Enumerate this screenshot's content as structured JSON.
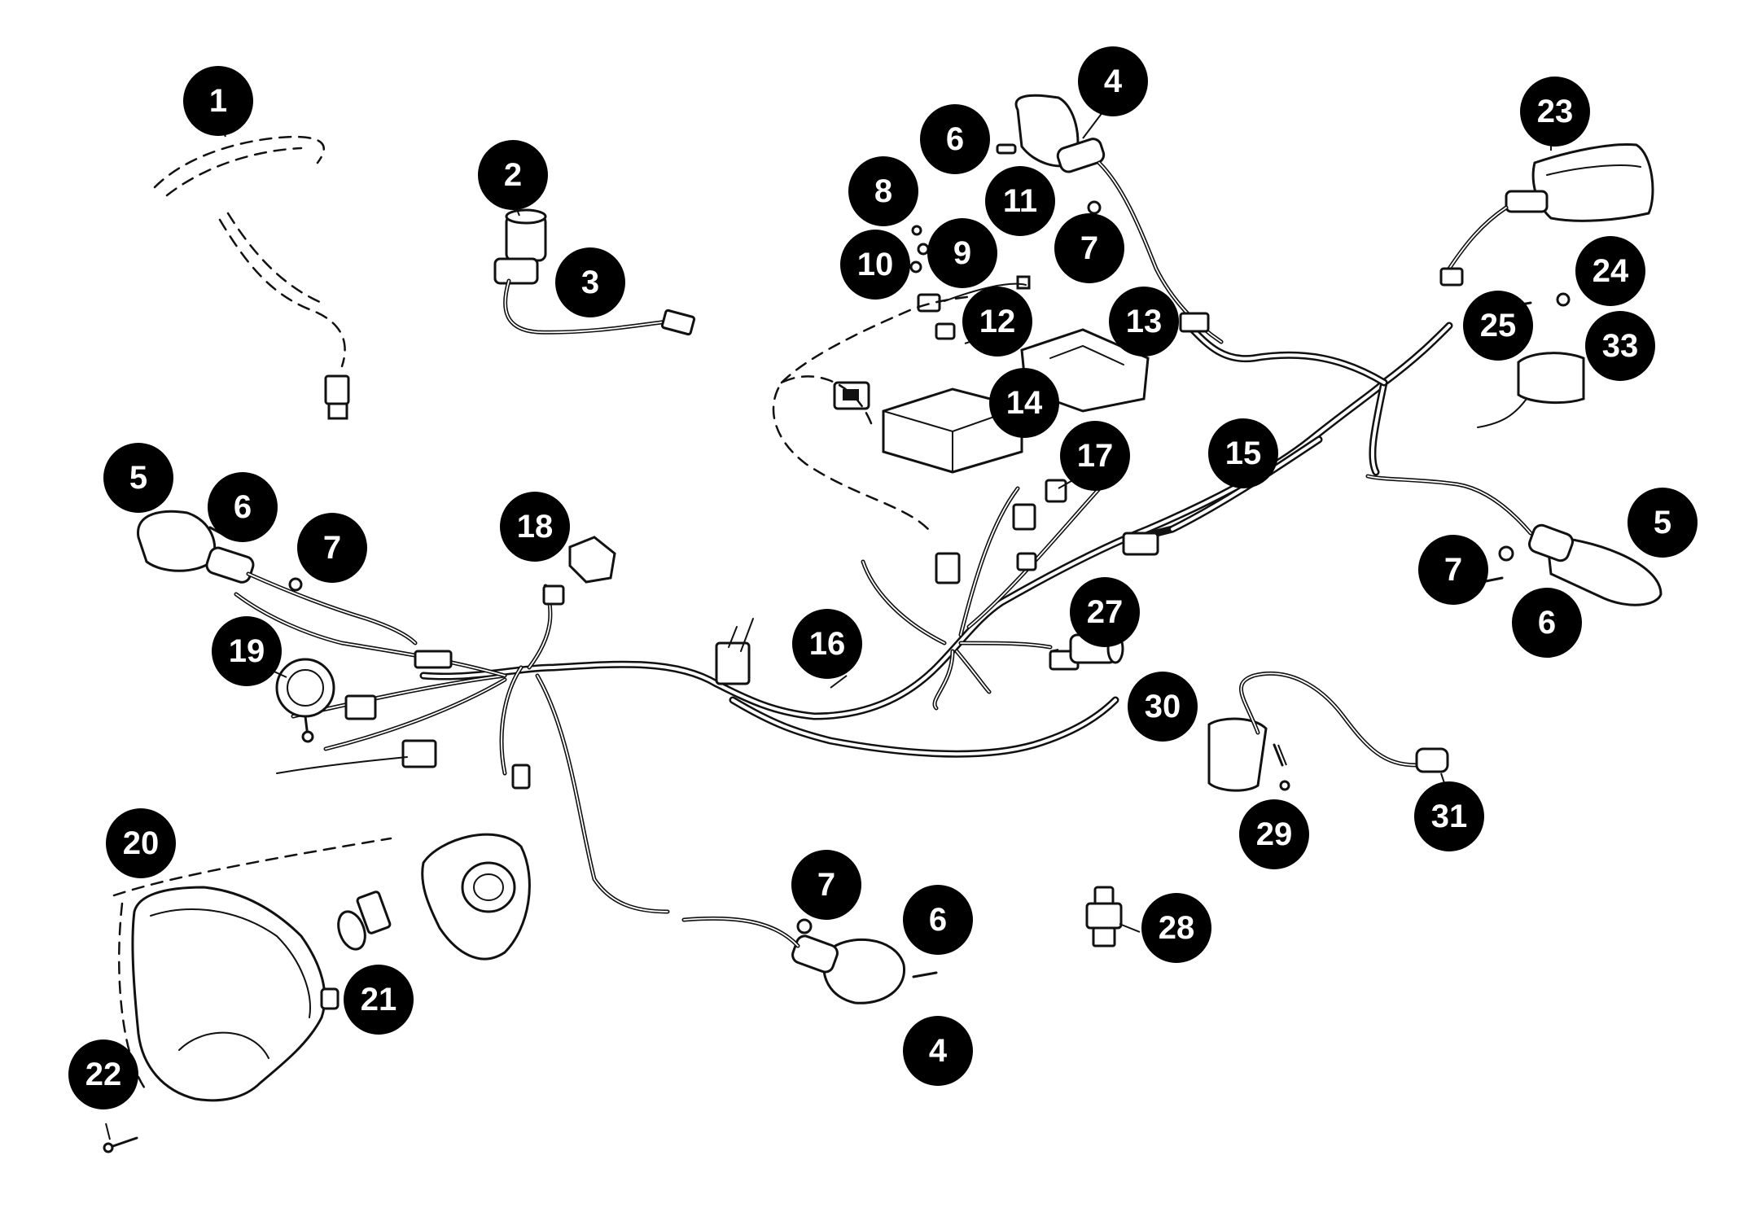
{
  "callouts": [
    {
      "label": "1"
    },
    {
      "label": "2"
    },
    {
      "label": "3"
    },
    {
      "label": "4"
    },
    {
      "label": "6"
    },
    {
      "label": "8"
    },
    {
      "label": "11"
    },
    {
      "label": "9"
    },
    {
      "label": "10"
    },
    {
      "label": "7"
    },
    {
      "label": "12"
    },
    {
      "label": "13"
    },
    {
      "label": "14"
    },
    {
      "label": "17"
    },
    {
      "label": "15"
    },
    {
      "label": "23"
    },
    {
      "label": "24"
    },
    {
      "label": "25"
    },
    {
      "label": "33"
    },
    {
      "label": "5"
    },
    {
      "label": "7"
    },
    {
      "label": "6"
    },
    {
      "label": "5"
    },
    {
      "label": "6"
    },
    {
      "label": "7"
    },
    {
      "label": "18"
    },
    {
      "label": "19"
    },
    {
      "label": "16"
    },
    {
      "label": "27"
    },
    {
      "label": "30"
    },
    {
      "label": "29"
    },
    {
      "label": "31"
    },
    {
      "label": "20"
    },
    {
      "label": "21"
    },
    {
      "label": "22"
    },
    {
      "label": "7"
    },
    {
      "label": "6"
    },
    {
      "label": "4"
    },
    {
      "label": "28"
    }
  ]
}
